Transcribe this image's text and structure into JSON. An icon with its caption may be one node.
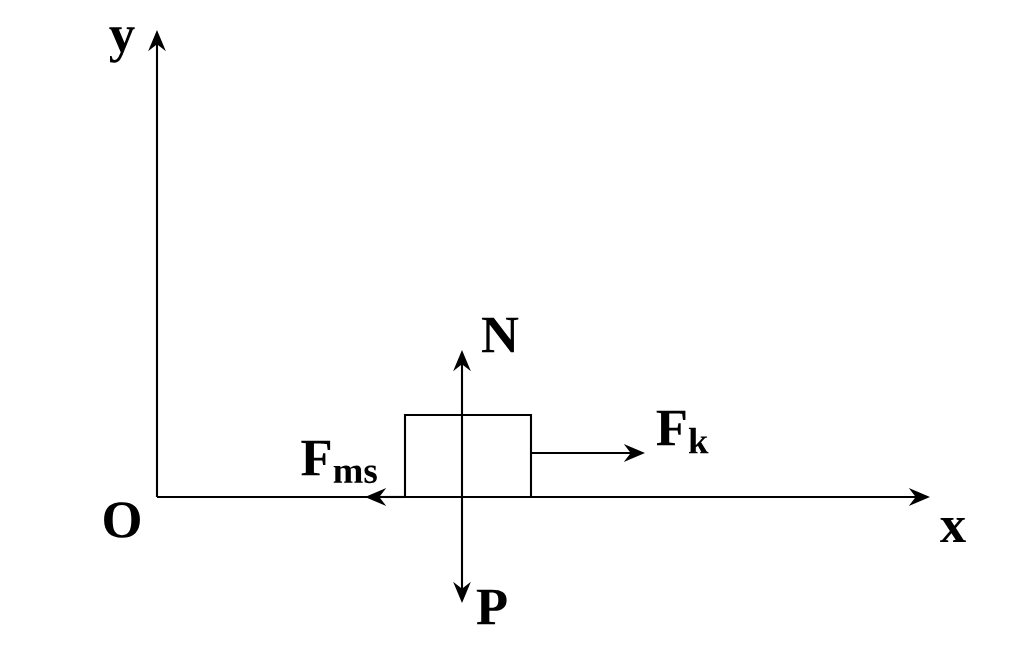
{
  "diagram": {
    "nodes": [
      {
        "text": [],
        "shape": "box"
      }
    ],
    "labels": [
      "y",
      "N",
      "F$_{ms}$",
      "F$_{k}$",
      "O",
      "x",
      "P"
    ]
  }
}
